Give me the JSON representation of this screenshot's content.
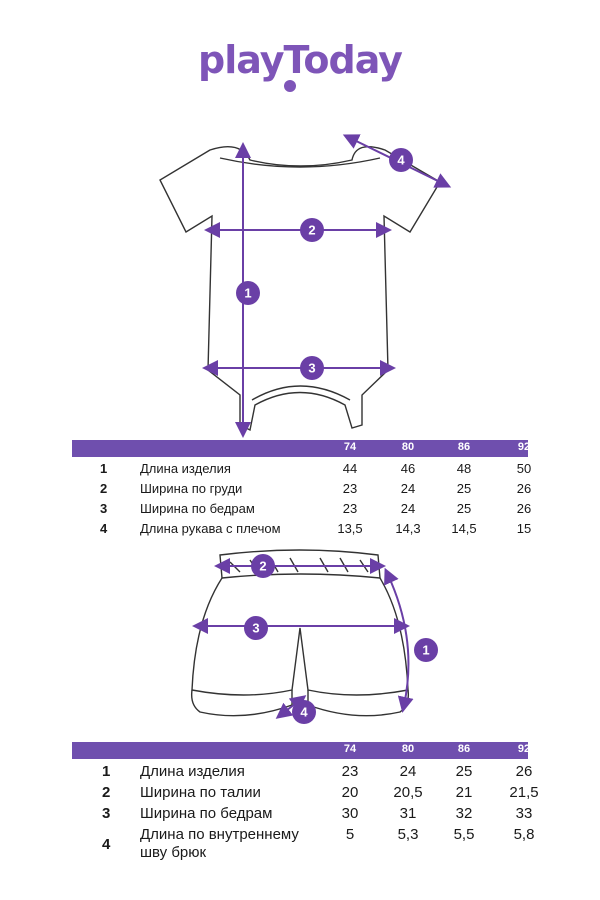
{
  "brand": {
    "logo_text": "playToday",
    "accent": "#7e55b8",
    "header_color": "#6f4fae"
  },
  "bodysuit": {
    "markers": [
      "1",
      "2",
      "3",
      "4"
    ],
    "sizes": [
      "74",
      "80",
      "86",
      "92"
    ],
    "rows": [
      {
        "num": "1",
        "name": "Длина изделия",
        "values": [
          "44",
          "46",
          "48",
          "50"
        ]
      },
      {
        "num": "2",
        "name": "Ширина по груди",
        "values": [
          "23",
          "24",
          "25",
          "26"
        ]
      },
      {
        "num": "3",
        "name": "Ширина по бедрам",
        "values": [
          "23",
          "24",
          "25",
          "26"
        ]
      },
      {
        "num": "4",
        "name": "Длина рукава с плечом",
        "values": [
          "13,5",
          "14,3",
          "14,5",
          "15"
        ]
      }
    ]
  },
  "bloomers": {
    "markers": [
      "1",
      "2",
      "3",
      "4"
    ],
    "sizes": [
      "74",
      "80",
      "86",
      "92"
    ],
    "rows": [
      {
        "num": "1",
        "name": "Длина изделия",
        "values": [
          "23",
          "24",
          "25",
          "26"
        ]
      },
      {
        "num": "2",
        "name": "Ширина по талии",
        "values": [
          "20",
          "20,5",
          "21",
          "21,5"
        ]
      },
      {
        "num": "3",
        "name": "Ширина по бедрам",
        "values": [
          "30",
          "31",
          "32",
          "33"
        ]
      },
      {
        "num": "4",
        "name": "Длина по внутреннему шву брюк",
        "values": [
          "5",
          "5,3",
          "5,5",
          "5,8"
        ]
      }
    ]
  }
}
